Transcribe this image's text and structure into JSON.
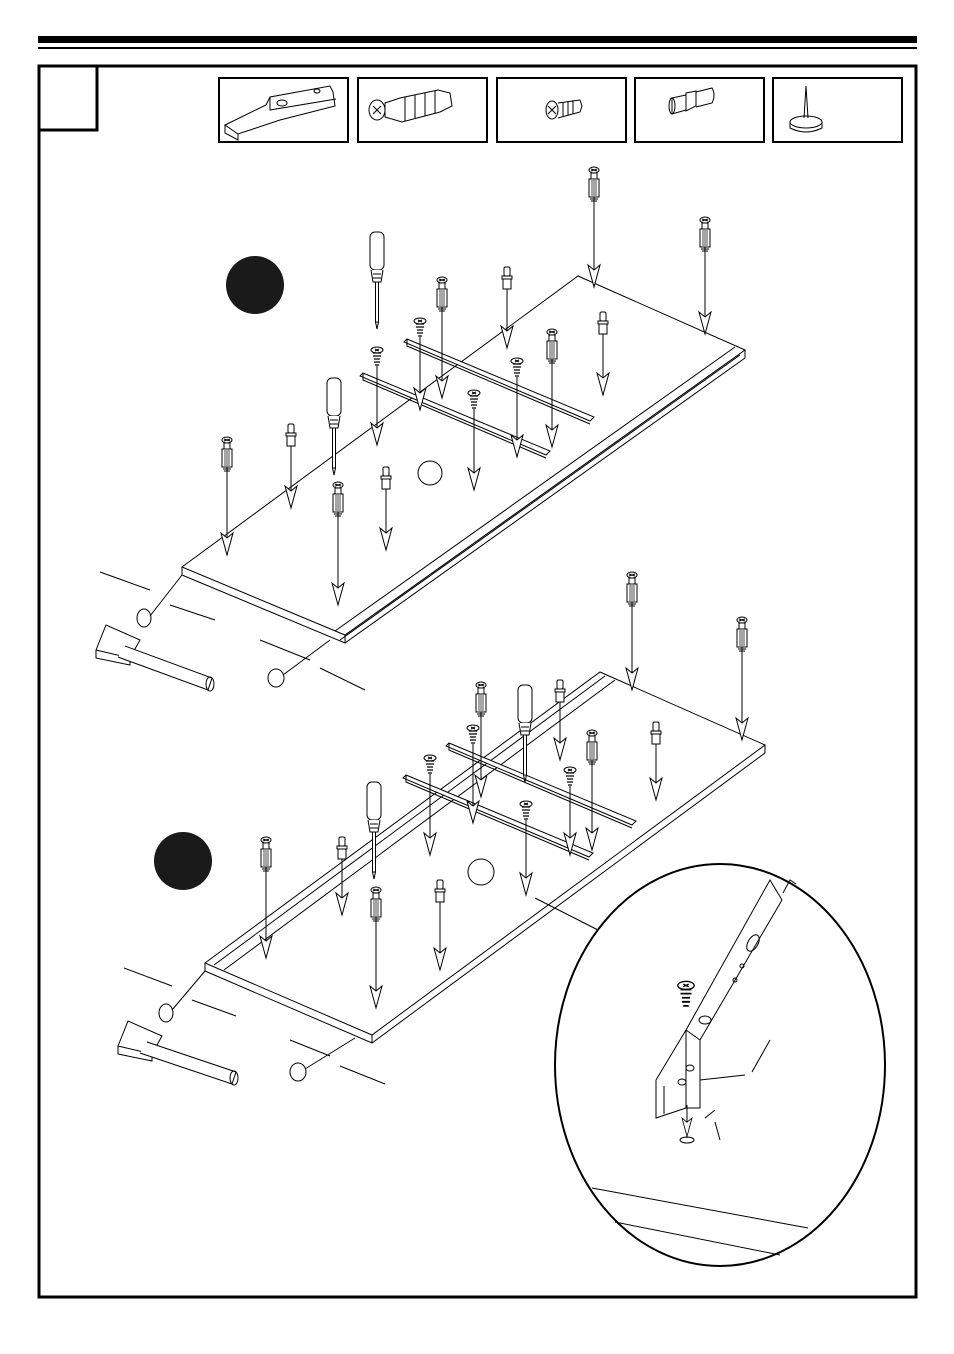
{
  "document": {
    "type": "assembly-instruction-step",
    "step_number_box": "",
    "parts": [
      {
        "icon": "drawer-runner-icon"
      },
      {
        "icon": "cam-dowel-icon"
      },
      {
        "icon": "countersunk-screw-icon"
      },
      {
        "icon": "shelf-support-peg-icon"
      },
      {
        "icon": "nail-glide-icon"
      }
    ],
    "views": [
      {
        "name": "assembly-view-1",
        "marker": "black-dot"
      },
      {
        "name": "assembly-view-2",
        "marker": "black-dot"
      },
      {
        "name": "runner-detail-magnifier"
      }
    ]
  },
  "colors": {
    "ink": "#000000",
    "paper": "#ffffff",
    "marker": "#1a1a1a"
  }
}
